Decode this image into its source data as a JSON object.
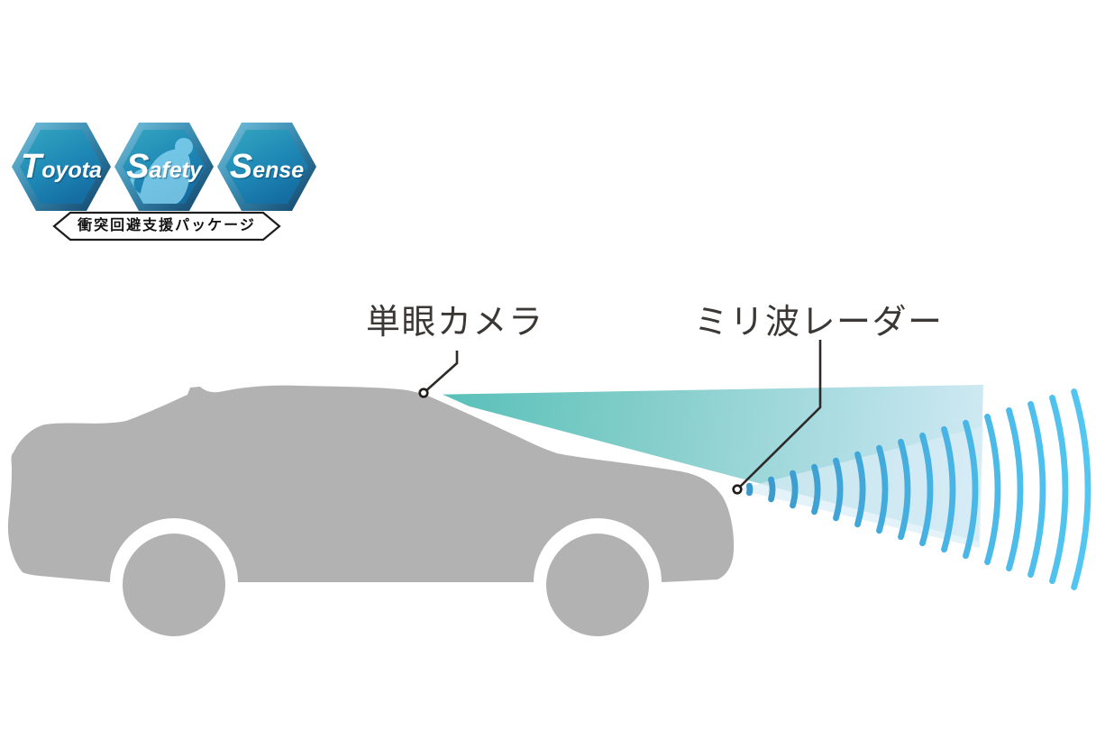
{
  "logo": {
    "badges": [
      {
        "label": "Toyota"
      },
      {
        "label": "Safety"
      },
      {
        "label": "Sense"
      }
    ],
    "banner_label": "衝突回避支援パッケージ"
  },
  "annotations": {
    "camera_label": "単眼カメラ",
    "radar_label": "ミリ波レーダー"
  },
  "radar": {
    "wave_count": 16
  },
  "colors": {
    "car_gray": "#b2b2b3",
    "camera_cone_start": "#55bfb7",
    "camera_cone_end": "#cfe9f2",
    "radar_cone_overlay": "#d9edf6",
    "radar_arc_start": "#3a97c9",
    "radar_arc_end": "#53c6f1",
    "hexagon_bevel_light": "#7bc6e0",
    "hexagon_bevel_dark": "#0f4066",
    "hexagon_face_top": "#35a6c0",
    "hexagon_face_bottom": "#156da2",
    "leader_line": "#2d2a28",
    "label_text": "#3a3734"
  }
}
